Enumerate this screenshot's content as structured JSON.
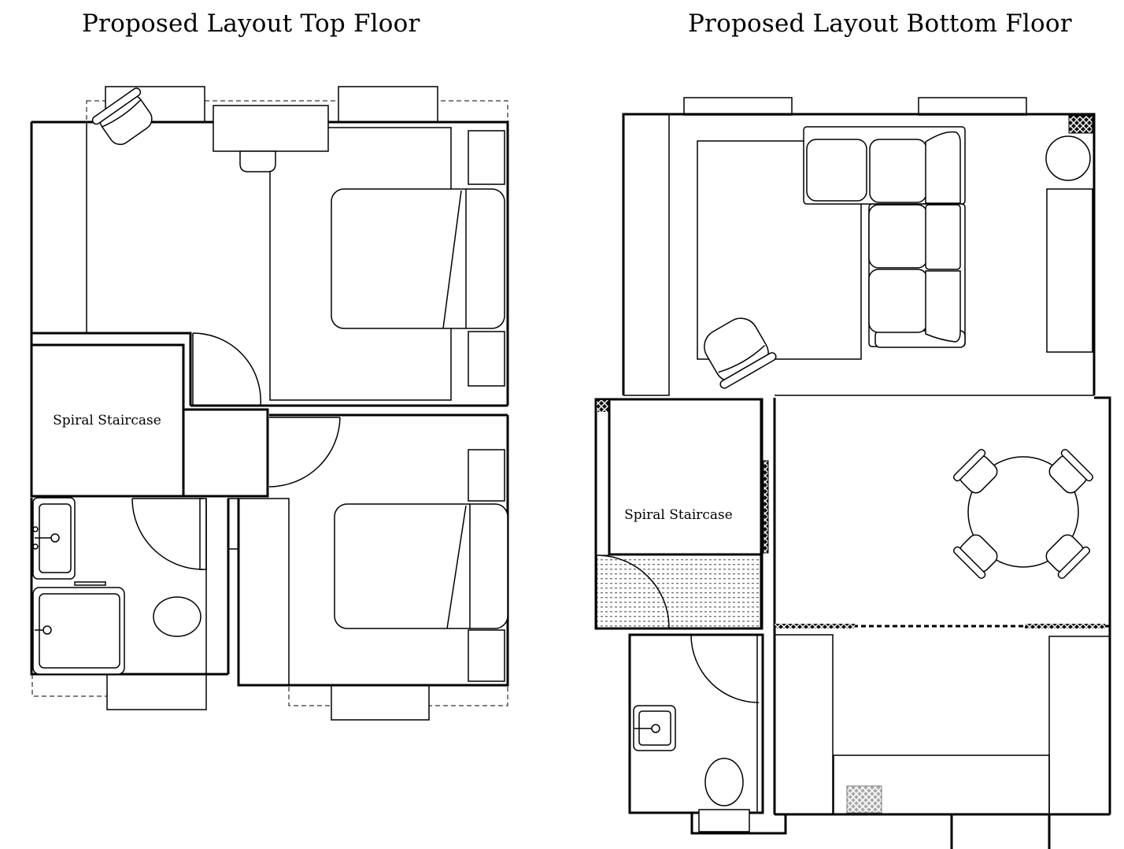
{
  "titles": {
    "top_floor": "Proposed Layout  Top Floor",
    "bottom_floor": "Proposed Layout  Bottom Floor"
  },
  "labels": {
    "top_staircase": "Spiral Staircase",
    "bottom_staircase": "Spiral Staircase"
  },
  "colors": {
    "line": "#000000",
    "background": "#ffffff",
    "hatch": "#9a9a9a"
  }
}
